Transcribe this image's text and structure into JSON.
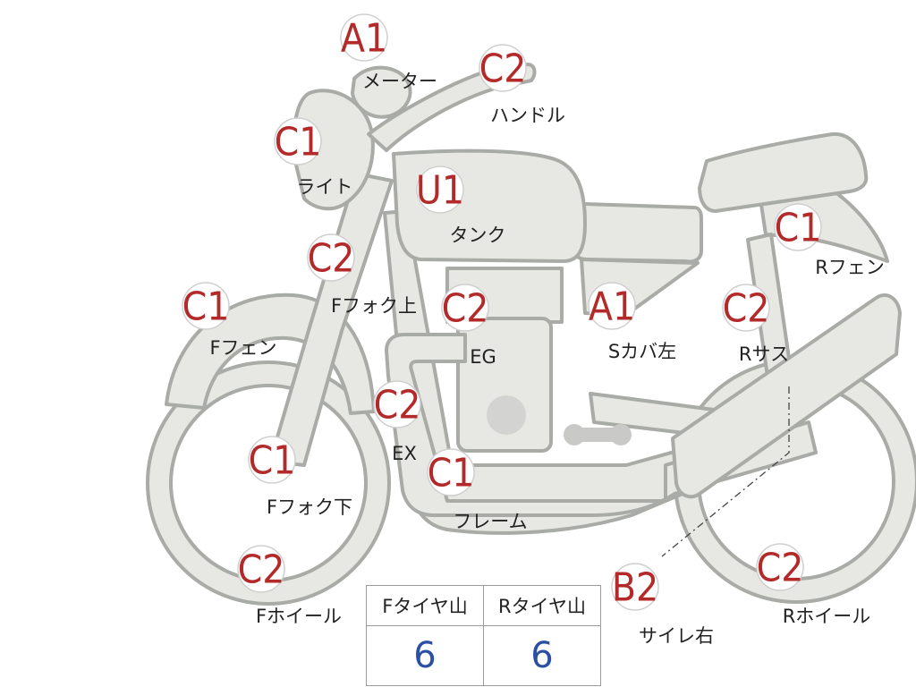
{
  "parts": [
    {
      "id": "meter",
      "grade": "A1",
      "label": "メーター"
    },
    {
      "id": "handle",
      "grade": "C2",
      "label": "ハンドル"
    },
    {
      "id": "light",
      "grade": "C1",
      "label": "ライト"
    },
    {
      "id": "tank",
      "grade": "U1",
      "label": "タンク"
    },
    {
      "id": "r-fender",
      "grade": "C1",
      "label": "Rフェン"
    },
    {
      "id": "f-fork-upper",
      "grade": "C2",
      "label": "Fフォク上"
    },
    {
      "id": "f-fender",
      "grade": "C1",
      "label": "Fフェン"
    },
    {
      "id": "engine",
      "grade": "C2",
      "label": "EG"
    },
    {
      "id": "s-cover-left",
      "grade": "A1",
      "label": "Sカバ左"
    },
    {
      "id": "r-suspension",
      "grade": "C2",
      "label": "Rサス"
    },
    {
      "id": "exhaust",
      "grade": "C2",
      "label": "EX"
    },
    {
      "id": "f-fork-lower",
      "grade": "C1",
      "label": "Fフォク下"
    },
    {
      "id": "frame",
      "grade": "C1",
      "label": "フレーム"
    },
    {
      "id": "f-wheel",
      "grade": "C2",
      "label": "Fホイール"
    },
    {
      "id": "muffler-right",
      "grade": "B2",
      "label": "サイレ右"
    },
    {
      "id": "r-wheel",
      "grade": "C2",
      "label": "Rホイール"
    }
  ],
  "tread": {
    "front_header": "Fタイヤ山",
    "rear_header": "Rタイヤ山",
    "front_value": "6",
    "rear_value": "6"
  },
  "colors": {
    "grade_text": "#b32a2a",
    "tread_value": "#2b4fa3",
    "part_fill": "#e7e7e3",
    "part_outline": "#a9aba7"
  }
}
